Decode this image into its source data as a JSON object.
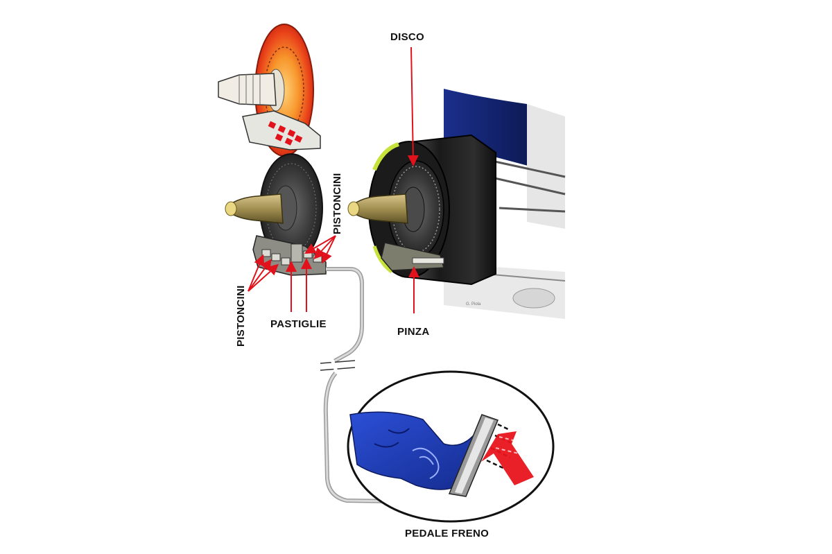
{
  "labels": {
    "disco": "DISCO",
    "pistoncini_top": "PISTONCINI",
    "pistoncini_left": "PISTONCINI",
    "pastiglie": "PASTIGLIE",
    "pinza": "PINZA",
    "pedale_freno": "PEDALE FRENO"
  },
  "credit": "G. Piola",
  "colors": {
    "pointer": "#e1121b",
    "label": "#111111",
    "hose": "#cfcfcf",
    "suit_blue": "#1f3fbf",
    "disc_dark": "#2b2b2b",
    "disc_hot": "#f05a1a",
    "arrow_red": "#e8141b"
  }
}
